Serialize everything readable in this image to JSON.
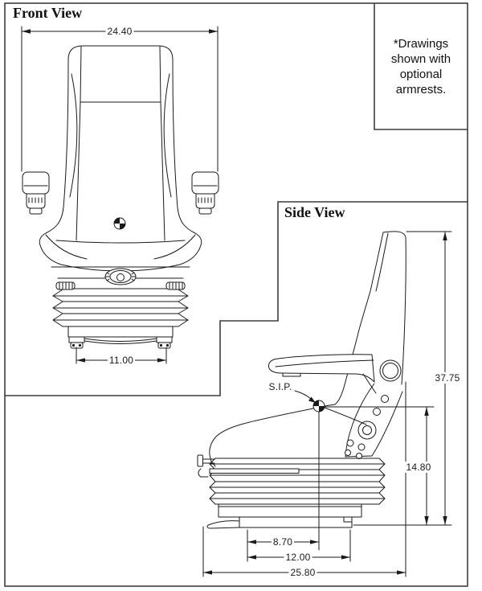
{
  "drawing": {
    "front_view": {
      "title": "Front View",
      "width_dim": "24.40",
      "base_width_dim": "11.00"
    },
    "side_view": {
      "title": "Side View",
      "sip_label": "S.I.P.",
      "height_dim": "37.75",
      "sip_height_dim": "14.80",
      "sip_setback_dim": "8.70",
      "base_depth_dim": "12.00",
      "overall_depth_dim": "25.80"
    },
    "note": {
      "text": "*Drawings shown with optional armrests."
    },
    "colors": {
      "line": "#1a1a1a",
      "border": "#3d3d3d",
      "background": "#ffffff"
    }
  }
}
